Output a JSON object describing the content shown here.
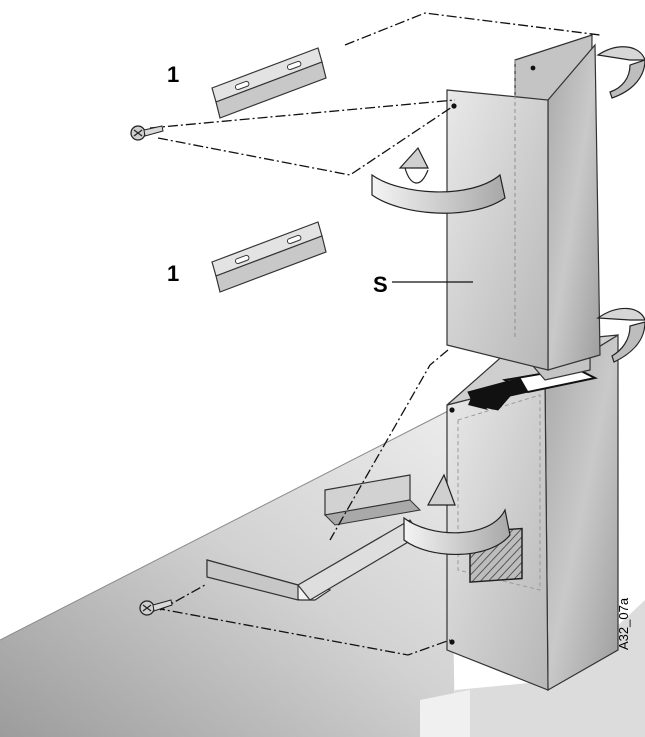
{
  "labels": {
    "bracket_top": "1",
    "bracket_bottom": "1",
    "panel": "S",
    "figure_code": "A32_07a"
  },
  "colors": {
    "metal_light": "#d8d8d8",
    "metal_mid": "#b9b9b9",
    "metal_dark": "#8e8e8e",
    "outline": "#333333",
    "base_light": "#e6e6e6",
    "base_dark": "#9a9a9a"
  },
  "icons": [
    "screw-icon",
    "rotate-arrow-icon",
    "insert-arrow-icon",
    "ventilation-grille-icon"
  ]
}
